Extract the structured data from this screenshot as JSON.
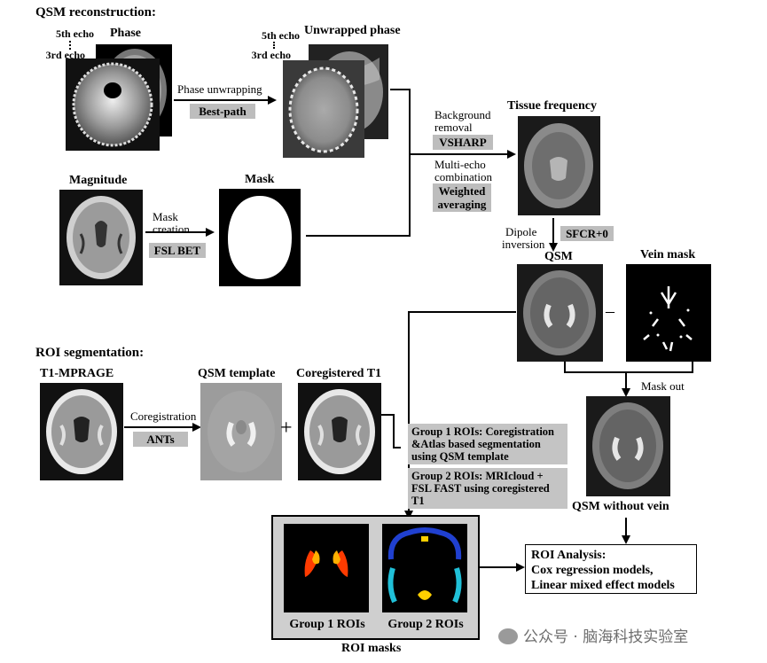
{
  "sections": {
    "qsm": "QSM reconstruction:",
    "roi": "ROI segmentation:"
  },
  "images": {
    "phase": "Phase",
    "unwrapped": "Unwrapped phase",
    "magnitude": "Magnitude",
    "mask": "Mask",
    "tissue_frequency": "Tissue frequency",
    "qsm": "QSM",
    "vein_mask": "Vein mask",
    "qsm_without_vein": "QSM without vein",
    "t1": "T1-MPRAGE",
    "qsm_template": "QSM template",
    "coregistered_t1": "Coregistered T1",
    "group1_rois": "Group 1 ROIs",
    "group2_rois": "Group 2 ROIs",
    "roi_masks": "ROI masks"
  },
  "echo_labels": {
    "fifth": "5th echo",
    "third": "3rd echo"
  },
  "steps": {
    "phase_unwrapping": "Phase unwrapping",
    "best_path": "Best-path",
    "mask_creation_1": "Mask",
    "mask_creation_2": "creation",
    "fsl_bet": "FSL BET",
    "background_removal_1": "Background",
    "background_removal_2": "removal",
    "vsharp": "VSHARP",
    "multi_echo_1": "Multi-echo",
    "multi_echo_2": "combination",
    "weighted_1": "Weighted",
    "weighted_2": "averaging",
    "dipole_1": "Dipole",
    "dipole_2": "inversion",
    "sfcr": "SFCR+0",
    "coregistration": "Coregistration",
    "ants": "ANTs",
    "mask_out": "Mask out",
    "minus": "–",
    "plus": "+"
  },
  "group_boxes": {
    "group1": "Group 1 ROIs: Coregistration &Atlas based segmentation using QSM template",
    "group2": "Group 2 ROIs: MRIcloud + FSL FAST using coregistered T1"
  },
  "analysis": {
    "title": "ROI Analysis:",
    "line1": "Cox regression models,",
    "line2": "Linear mixed effect models"
  },
  "watermark": "公众号 · 脑海科技实验室"
}
